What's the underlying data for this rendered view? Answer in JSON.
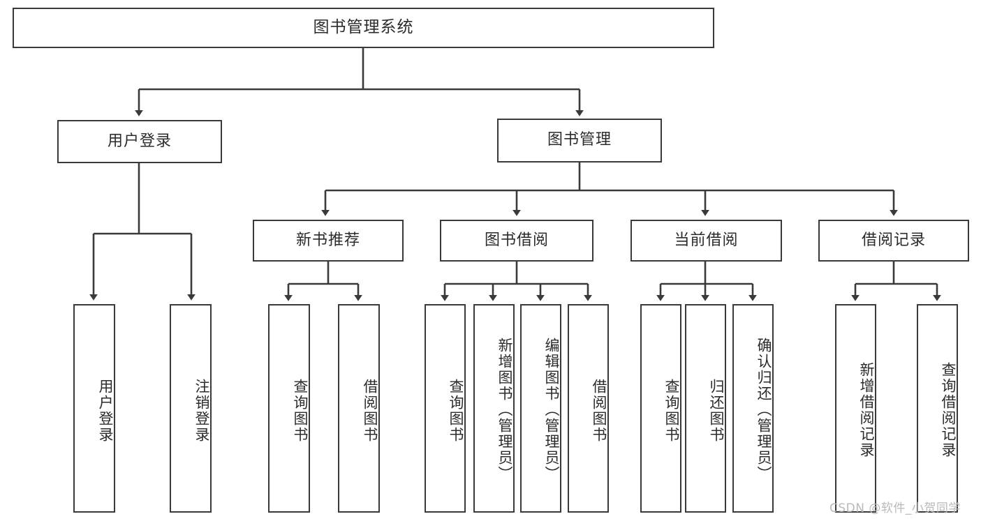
{
  "diagram": {
    "type": "tree-hierarchy",
    "title": "图书管理系统",
    "root": {
      "label": "图书管理系统",
      "orientation": "horizontal"
    },
    "level2": [
      {
        "label": "用户登录",
        "orientation": "horizontal"
      },
      {
        "label": "图书管理",
        "orientation": "horizontal"
      }
    ],
    "level3": [
      {
        "label": "新书推荐",
        "orientation": "horizontal",
        "parent": "图书管理"
      },
      {
        "label": "图书借阅",
        "orientation": "horizontal",
        "parent": "图书管理"
      },
      {
        "label": "当前借阅",
        "orientation": "horizontal",
        "parent": "图书管理"
      },
      {
        "label": "借阅记录",
        "orientation": "horizontal",
        "parent": "图书管理"
      }
    ],
    "leaves": {
      "user_login": [
        {
          "label": "用户登录",
          "orientation": "vertical"
        },
        {
          "label": "注销登录",
          "orientation": "vertical"
        }
      ],
      "new_book_recommend": [
        {
          "label": "查询图书",
          "orientation": "vertical"
        },
        {
          "label": "借阅图书",
          "orientation": "vertical"
        }
      ],
      "book_borrow": [
        {
          "label": "查询图书",
          "orientation": "vertical"
        },
        {
          "label": "新增图书（管理员）",
          "orientation": "vertical"
        },
        {
          "label": "编辑图书（管理员）",
          "orientation": "vertical"
        },
        {
          "label": "借阅图书",
          "orientation": "vertical"
        }
      ],
      "current_borrow": [
        {
          "label": "查询图书",
          "orientation": "vertical"
        },
        {
          "label": "归还图书",
          "orientation": "vertical"
        },
        {
          "label": "确认归还（管理员）",
          "orientation": "vertical"
        }
      ],
      "borrow_record": [
        {
          "label": "新增借阅记录",
          "orientation": "vertical"
        },
        {
          "label": "查询借阅记录",
          "orientation": "vertical"
        }
      ]
    },
    "colors": {
      "box_border": "#3a3a3a",
      "box_fill": "#ffffff",
      "connector": "#3a3a3a",
      "text": "#2b2b2b",
      "watermark": "#b9b9b9",
      "background": "#ffffff"
    }
  },
  "watermark": {
    "text": "CSDN @软件_小贺同学"
  }
}
